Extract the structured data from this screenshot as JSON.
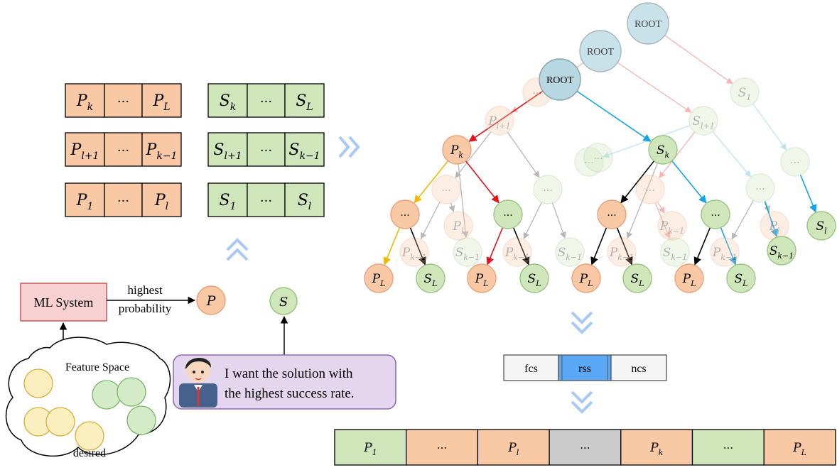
{
  "sequences": {
    "rows": [
      {
        "p": [
          {
            "b": "P",
            "s": "k"
          },
          {
            "b": "···",
            "s": ""
          },
          {
            "b": "P",
            "s": "L"
          }
        ],
        "s": [
          {
            "b": "S",
            "s": "k"
          },
          {
            "b": "···",
            "s": ""
          },
          {
            "b": "S",
            "s": "L"
          }
        ]
      },
      {
        "p": [
          {
            "b": "P",
            "s": "l+1"
          },
          {
            "b": "···",
            "s": ""
          },
          {
            "b": "P",
            "s": "k−1"
          }
        ],
        "s": [
          {
            "b": "S",
            "s": "l+1"
          },
          {
            "b": "···",
            "s": ""
          },
          {
            "b": "S",
            "s": "k−1"
          }
        ]
      },
      {
        "p": [
          {
            "b": "P",
            "s": "1"
          },
          {
            "b": "···",
            "s": ""
          },
          {
            "b": "P",
            "s": "l"
          }
        ],
        "s": [
          {
            "b": "S",
            "s": "1"
          },
          {
            "b": "···",
            "s": ""
          },
          {
            "b": "S",
            "s": "l"
          }
        ]
      }
    ]
  },
  "tree": {
    "root_label": "ROOT",
    "nodes": [
      {
        "id": "r1",
        "label": "ROOT",
        "kind": "root",
        "faded": true
      },
      {
        "id": "r2",
        "label": "ROOT",
        "kind": "root",
        "faded": true
      },
      {
        "id": "r3",
        "label": "ROOT",
        "kind": "root",
        "faded": false
      },
      {
        "id": "pk",
        "label": "P",
        "sub": "k",
        "kind": "p",
        "faded": false
      },
      {
        "id": "sk",
        "label": "S",
        "sub": "k",
        "kind": "s",
        "faded": false
      },
      {
        "id": "pd1",
        "label": "···",
        "kind": "p",
        "faded": false
      },
      {
        "id": "sd1",
        "label": "···",
        "kind": "s",
        "faded": false
      },
      {
        "id": "pd2",
        "label": "···",
        "kind": "p",
        "faded": false
      },
      {
        "id": "sd2",
        "label": "···",
        "kind": "s",
        "faded": false
      },
      {
        "id": "pl1",
        "label": "P",
        "sub": "L",
        "kind": "p",
        "faded": false
      },
      {
        "id": "sl1",
        "label": "S",
        "sub": "L",
        "kind": "s",
        "faded": false
      },
      {
        "id": "pl2",
        "label": "P",
        "sub": "L",
        "kind": "p",
        "faded": false
      },
      {
        "id": "sl2",
        "label": "S",
        "sub": "L",
        "kind": "s",
        "faded": false
      },
      {
        "id": "pl3",
        "label": "P",
        "sub": "L",
        "kind": "p",
        "faded": false
      },
      {
        "id": "sl3",
        "label": "S",
        "sub": "L",
        "kind": "s",
        "faded": false
      },
      {
        "id": "pl4",
        "label": "P",
        "sub": "L",
        "kind": "p",
        "faded": false
      },
      {
        "id": "sl4",
        "label": "S",
        "sub": "L",
        "kind": "s",
        "faded": false
      },
      {
        "id": "pl1f",
        "label": "P",
        "sub": "l+1",
        "kind": "p",
        "faded": true
      },
      {
        "id": "sl1f",
        "label": "S",
        "sub": "l+1",
        "kind": "s",
        "faded": true
      },
      {
        "id": "s1f",
        "label": "S",
        "sub": "1",
        "kind": "s",
        "faded": true
      },
      {
        "id": "sdr",
        "label": "···",
        "kind": "s",
        "faded": true
      },
      {
        "id": "sdr2",
        "label": "···",
        "kind": "s",
        "faded": true
      },
      {
        "id": "sl",
        "label": "S",
        "sub": "l",
        "kind": "s",
        "faded": false
      },
      {
        "id": "skm1",
        "label": "S",
        "sub": "k−1",
        "kind": "s",
        "faded": false
      },
      {
        "id": "fa",
        "label": "···",
        "kind": "p",
        "faded": true
      },
      {
        "id": "fb",
        "label": "···",
        "kind": "s",
        "faded": true
      },
      {
        "id": "fc",
        "label": "···",
        "kind": "p",
        "faded": true
      },
      {
        "id": "fd",
        "label": "···",
        "kind": "s",
        "faded": true
      },
      {
        "id": "fe",
        "label": "···",
        "kind": "p",
        "faded": true
      },
      {
        "id": "ff",
        "label": "···",
        "kind": "s",
        "faded": true
      },
      {
        "id": "g1",
        "label": "P",
        "sub": "k−1",
        "kind": "p",
        "faded": true
      },
      {
        "id": "g2",
        "label": "S",
        "sub": "k−1",
        "kind": "s",
        "faded": true
      },
      {
        "id": "g3",
        "label": "P",
        "sub": "k−1",
        "kind": "p",
        "faded": true
      },
      {
        "id": "g4",
        "label": "S",
        "sub": "k−1",
        "kind": "s",
        "faded": true
      },
      {
        "id": "g5",
        "label": "P",
        "sub": "k−1",
        "kind": "p",
        "faded": true
      },
      {
        "id": "g6",
        "label": "S",
        "sub": "k−1",
        "kind": "s",
        "faded": true
      },
      {
        "id": "g7",
        "label": "P",
        "sub": "k−1",
        "kind": "p",
        "faded": true
      },
      {
        "id": "g8",
        "label": "P",
        "sub": "k−1",
        "kind": "p",
        "faded": true
      },
      {
        "id": "g9",
        "label": "P",
        "sub": "l",
        "kind": "p",
        "faded": true
      },
      {
        "id": "g10",
        "label": "P",
        "sub": "l",
        "kind": "p",
        "faded": true
      }
    ],
    "colors": {
      "red": "#e3121b",
      "yellow": "#f2b806",
      "blue": "#14a5e6",
      "gray": "#b7b7b7",
      "black": "#000000"
    }
  },
  "bucket_bar": {
    "segments": [
      {
        "label": "fcs",
        "color": "#f5f5f5"
      },
      {
        "label": "rss",
        "color": "#5aa7f5"
      },
      {
        "label": "ncs",
        "color": "#f5f5f5"
      }
    ]
  },
  "result_bar": {
    "cells": [
      {
        "b": "P",
        "s": "1",
        "color": "#cfe6bb"
      },
      {
        "b": "···",
        "s": "",
        "color": "#f9c8a5"
      },
      {
        "b": "P",
        "s": "l",
        "color": "#f9c8a5"
      },
      {
        "b": "···",
        "s": "",
        "color": "#cbcbcb"
      },
      {
        "b": "P",
        "s": "k",
        "color": "#f9c8a5"
      },
      {
        "b": "···",
        "s": "",
        "color": "#cfe6bb"
      },
      {
        "b": "P",
        "s": "L",
        "color": "#f9c8a5"
      }
    ]
  },
  "ml": {
    "system_label": "ML System",
    "edge_label_line1": "highest",
    "edge_label_line2": "probability",
    "p_label": "P",
    "s_label": "S"
  },
  "feature_space": {
    "title": "Feature Space",
    "bottom_label": "desired"
  },
  "speech": {
    "line1": "I want the solution with",
    "line2": "the highest success rate."
  },
  "colors": {
    "p_fill": "#f9c8a5",
    "p_stroke": "#e8a37a",
    "s_fill": "#cfe6bb",
    "s_stroke": "#9cc485",
    "root_fill": "#b7d7e2",
    "root_stroke": "#8aa0a8",
    "ml_fill": "#f7d1d1",
    "ml_stroke": "#c9585b",
    "speech_fill": "#e3d6ee",
    "speech_stroke": "#8d68b3",
    "chevron": "#a9c9f5"
  }
}
